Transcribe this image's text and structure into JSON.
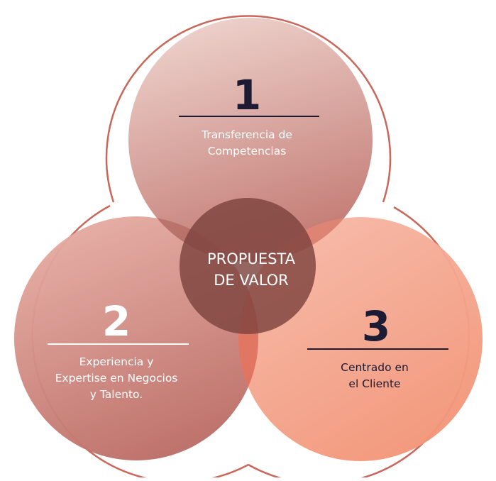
{
  "center": {
    "line1": "PROPUESTA",
    "line2": "DE VALOR"
  },
  "circles": [
    {
      "number": "1",
      "label_lines": [
        "Transferencia de",
        "Competencias"
      ]
    },
    {
      "number": "2",
      "label_lines": [
        "Experiencia y",
        "Expertise en Negocios",
        "y Talento."
      ]
    },
    {
      "number": "3",
      "label_lines": [
        "Centrado en",
        "el Cliente"
      ]
    }
  ],
  "colors": {
    "outline": "#c9675a",
    "circle1_top": "#f1d9d3",
    "circle1_bottom": "#c57f78",
    "circle2_top": "#e8b1a7",
    "circle2_bottom": "#bb6d66",
    "circle3_top": "#f8b8a5",
    "circle3_bottom": "#f09176",
    "center": "#7e433e",
    "number_dark": "#1d1a33",
    "text_dark": "#1d1a33",
    "text_light": "#ffffff"
  }
}
